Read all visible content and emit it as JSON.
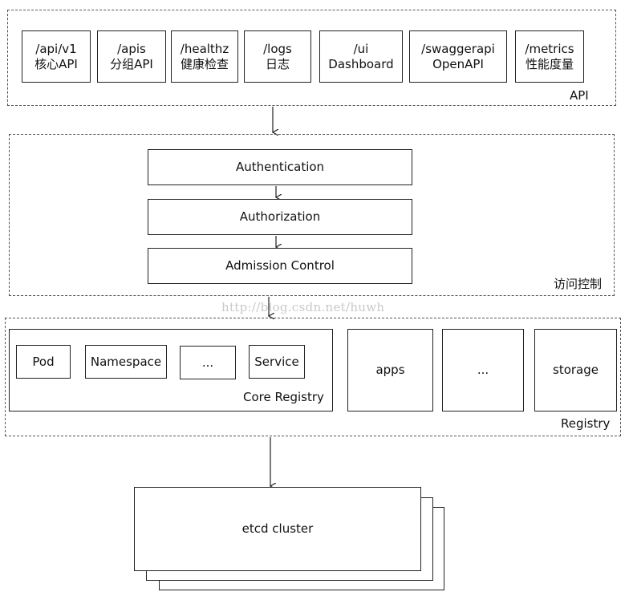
{
  "api": {
    "label": "API",
    "endpoints": [
      {
        "path": "/api/v1",
        "desc": "核心API"
      },
      {
        "path": "/apis",
        "desc": "分组API"
      },
      {
        "path": "/healthz",
        "desc": "健康检查"
      },
      {
        "path": "/logs",
        "desc": "日志"
      },
      {
        "path": "/ui",
        "desc": "Dashboard"
      },
      {
        "path": "/swaggerapi",
        "desc": "OpenAPI"
      },
      {
        "path": "/metrics",
        "desc": "性能度量"
      }
    ]
  },
  "access": {
    "label": "访问控制",
    "steps": [
      "Authentication",
      "Authorization",
      "Admission Control"
    ]
  },
  "watermark": "http://blog.csdn.net/huwh",
  "registry": {
    "label": "Registry",
    "core": {
      "label": "Core Registry",
      "items": [
        "Pod",
        "Namespace",
        "...",
        "Service"
      ]
    },
    "groups": [
      "apps",
      "...",
      "storage"
    ]
  },
  "etcd": {
    "label": "etcd cluster"
  }
}
